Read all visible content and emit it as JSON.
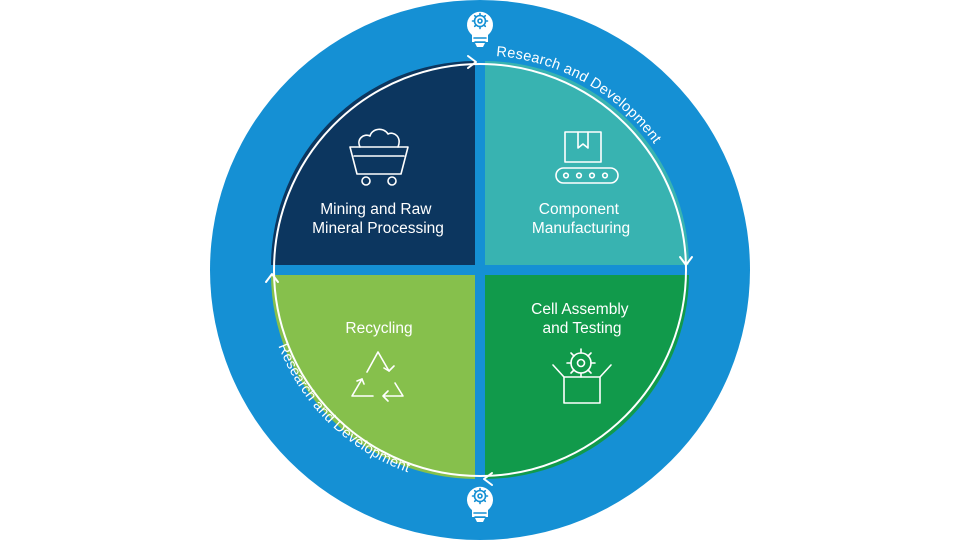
{
  "colors": {
    "ring": "#1590d4",
    "mining": "#0c365f",
    "component": "#38b3b1",
    "cell": "#119a4b",
    "recycling": "#86c04c"
  },
  "ring": {
    "top_label": "Research and Development",
    "bottom_label": "Research and Development",
    "top_icon": "lightbulb-gear-icon",
    "bottom_icon": "lightbulb-gear-icon"
  },
  "quadrants": {
    "mining": {
      "line1": "Mining and Raw",
      "line2": "Mineral Processing",
      "icon": "mine-cart-icon"
    },
    "component": {
      "line1": "Component",
      "line2": "Manufacturing",
      "icon": "conveyor-box-icon"
    },
    "cell": {
      "line1": "Cell Assembly",
      "line2": "and Testing",
      "icon": "gear-box-icon"
    },
    "recycling": {
      "line1": "Recycling",
      "icon": "recycle-icon"
    }
  }
}
